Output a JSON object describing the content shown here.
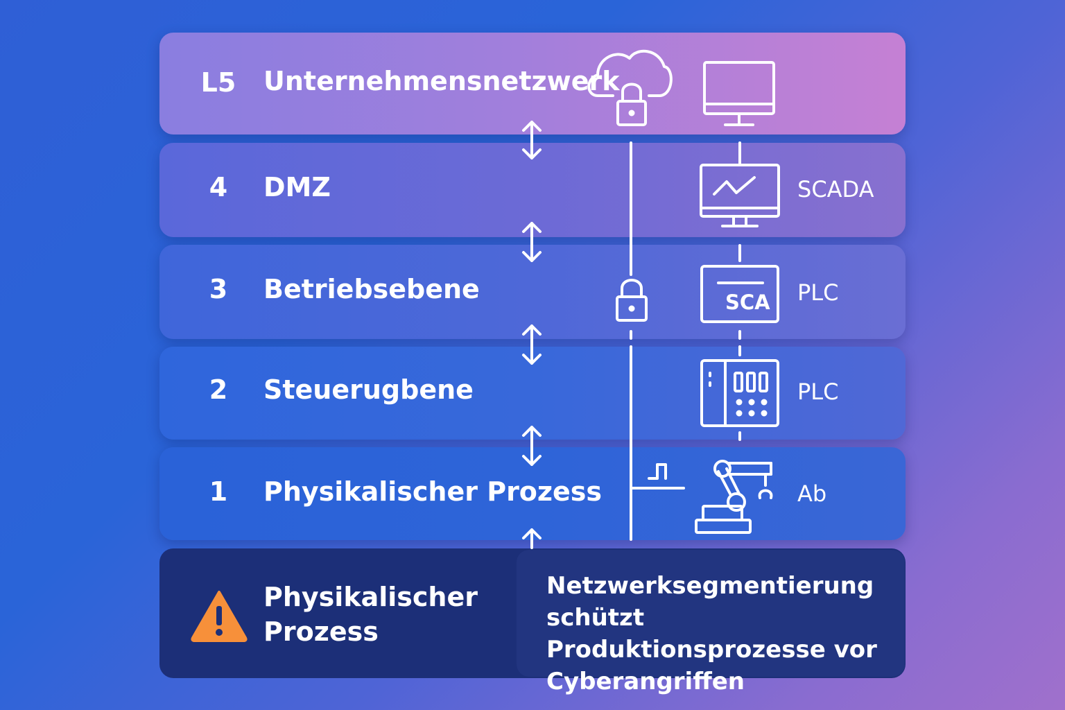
{
  "layers": [
    {
      "number": "L5",
      "name": "Unternehmensnetzwerk",
      "device_label": ""
    },
    {
      "number": "4",
      "name": "DMZ",
      "device_label": "SCADA"
    },
    {
      "number": "3",
      "name": "Betriebsebene",
      "device_label": "PLC"
    },
    {
      "number": "2",
      "name": "Steuerugbene",
      "device_label": "PLC"
    },
    {
      "number": "1",
      "name": "Physikalischer Prozess",
      "device_label": "Ab"
    }
  ],
  "device_icon_text": "SCA",
  "bottom": {
    "title": "Physikalischer Prozess",
    "note": "Netzwerksegmentierung schützt Produktionsprozesse vor Cyberangriffen"
  },
  "icons": [
    "cloud-lock-icon",
    "monitor-icon",
    "scada-monitor-icon",
    "padlock-icon",
    "sca-device-icon",
    "plc-controller-icon",
    "robot-arm-icon",
    "signal-pulse-icon",
    "double-arrow-icon",
    "warning-icon"
  ],
  "colors": {
    "warning": "#f7903a",
    "panel_dark": "#1c2f78",
    "line": "#ffffff"
  }
}
